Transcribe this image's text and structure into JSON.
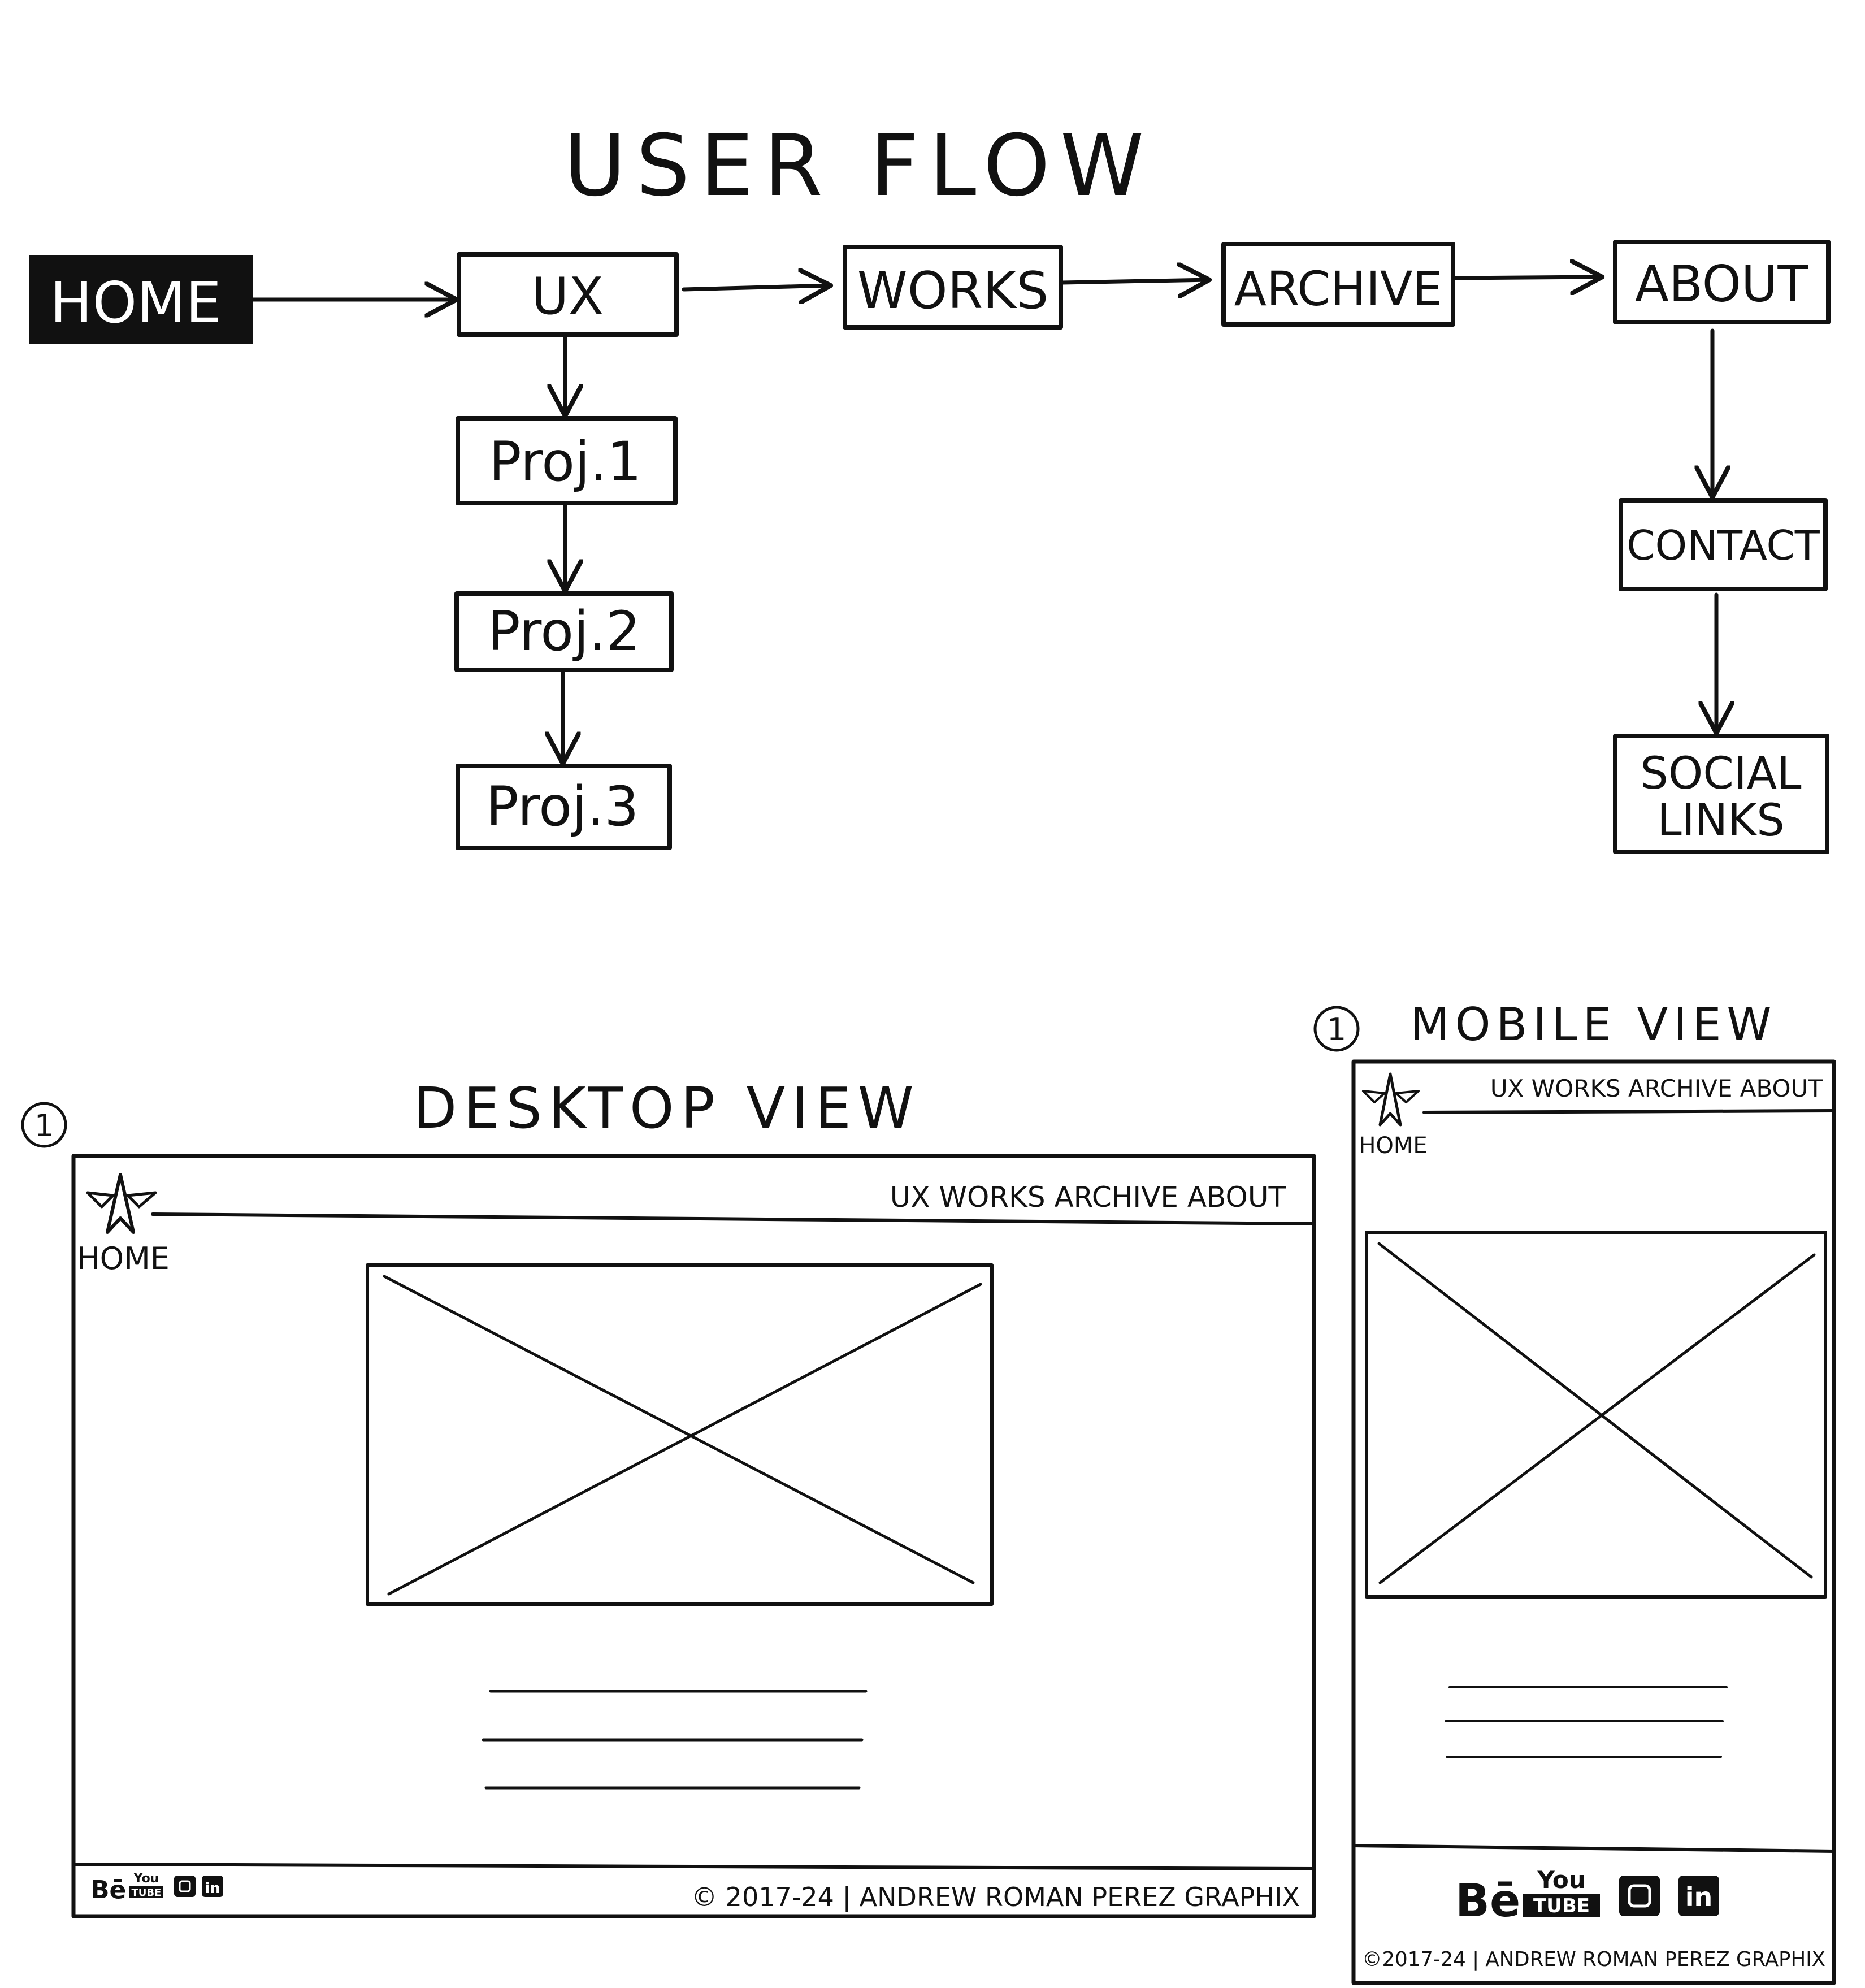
{
  "flow": {
    "title": "USER FLOW",
    "nodes": {
      "home": "HOME",
      "ux": "UX",
      "works": "WORKS",
      "archive": "ARCHIVE",
      "about": "ABOUT",
      "proj1": "Proj.1",
      "proj2": "Proj.2",
      "proj3": "Proj.3",
      "contact": "CONTACT",
      "social_line1": "SOCIAL",
      "social_line2": "LINKS"
    }
  },
  "desktop": {
    "marker": "1",
    "title": "DESKTOP VIEW",
    "logo_label": "HOME",
    "nav": "UX WORKS ARCHIVE ABOUT",
    "social": {
      "behance": "Bē",
      "youtube_top": "You",
      "youtube_bottom": "TUBE",
      "instagram": "◻",
      "linkedin": "in"
    },
    "copyright": "© 2017-24 | ANDREW ROMAN PEREZ GRAPHIX"
  },
  "mobile": {
    "marker": "1",
    "title": "MOBILE VIEW",
    "logo_label": "HOME",
    "nav": "UX WORKS ARCHIVE ABOUT",
    "social": {
      "behance": "Bē",
      "youtube_top": "You",
      "youtube_bottom": "TUBE",
      "instagram": "◻",
      "linkedin": "in"
    },
    "copyright": "©2017-24 | ANDREW ROMAN PEREZ GRAPHIX"
  }
}
